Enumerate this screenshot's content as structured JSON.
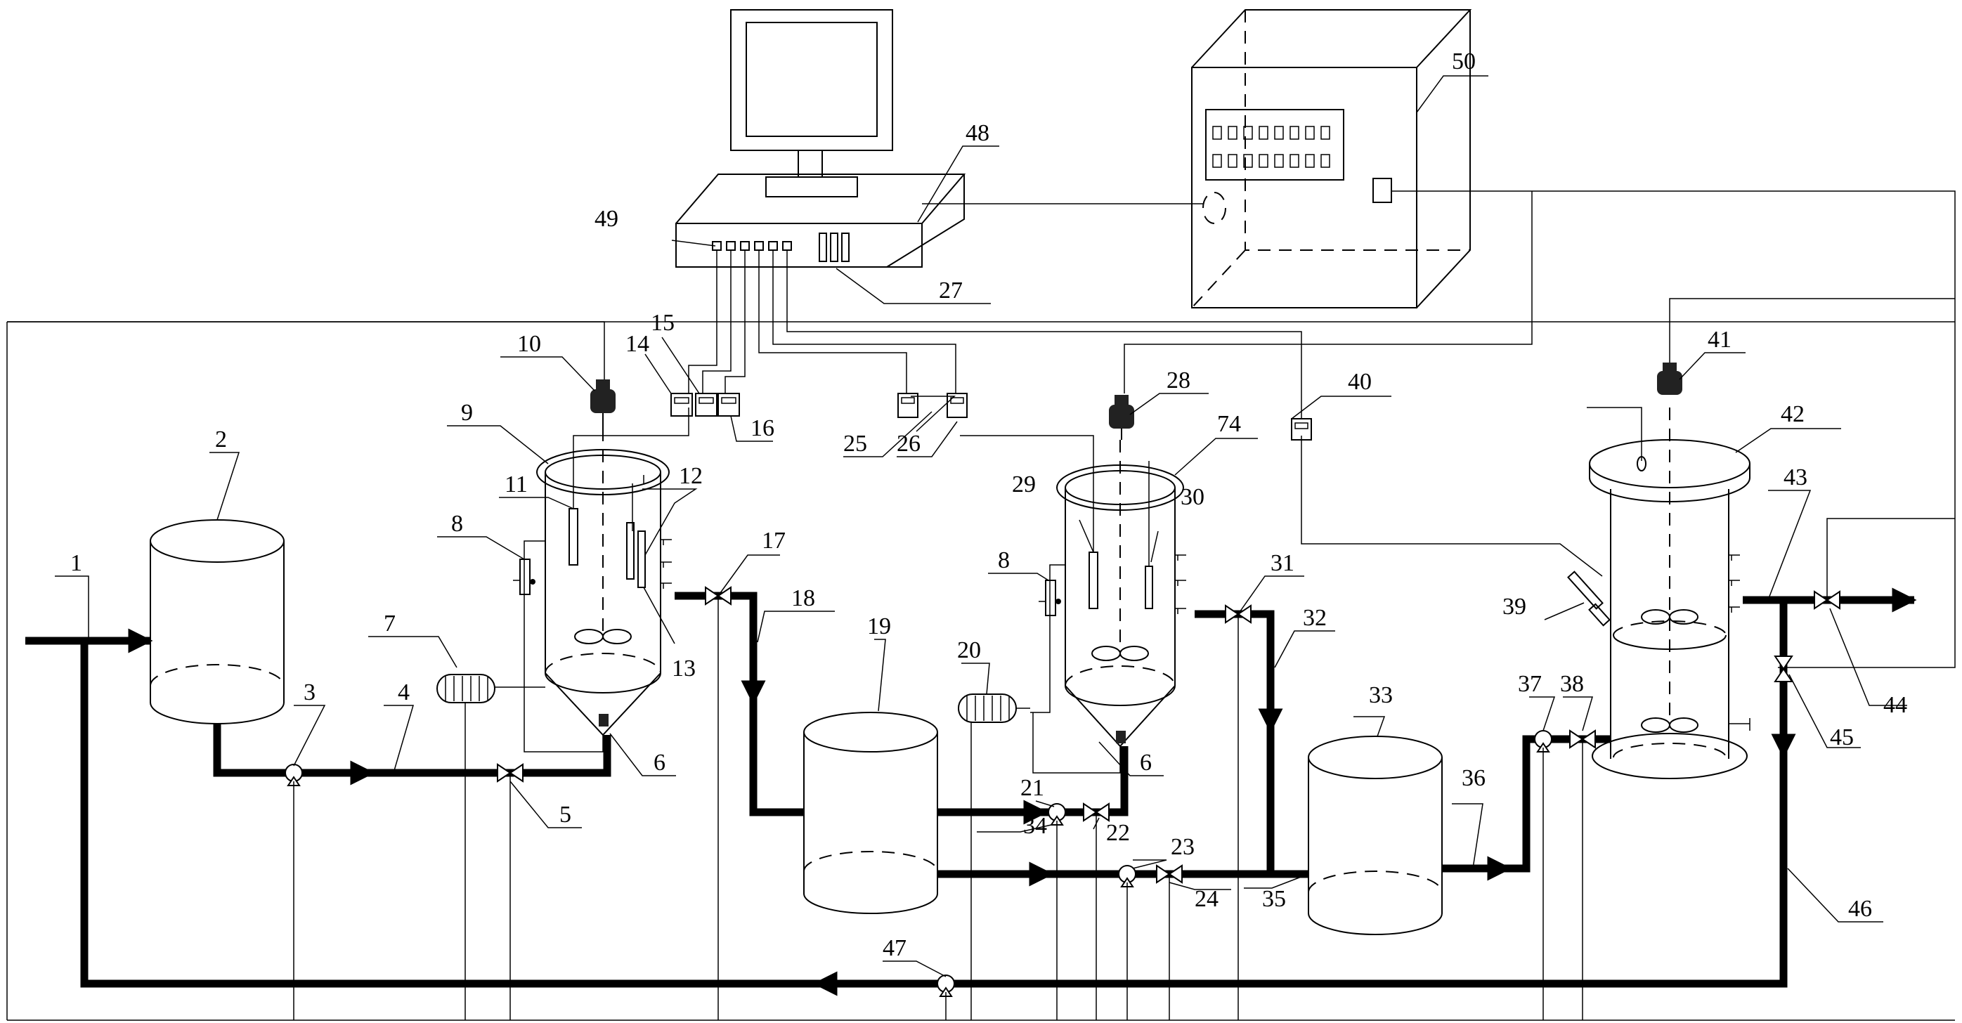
{
  "labels": {
    "l1": "1",
    "l2": "2",
    "l3": "3",
    "l4": "4",
    "l5": "5",
    "l6a": "6",
    "l6b": "6",
    "l7": "7",
    "l8a": "8",
    "l8b": "8",
    "l9": "9",
    "l10": "10",
    "l11": "11",
    "l12": "12",
    "l13": "13",
    "l14": "14",
    "l15": "15",
    "l16": "16",
    "l17": "17",
    "l18": "18",
    "l19": "19",
    "l20": "20",
    "l21": "21",
    "l22": "22",
    "l23": "23",
    "l24": "24",
    "l25": "25",
    "l26": "26",
    "l27": "27",
    "l28": "28",
    "l29": "29",
    "l30": "30",
    "l31": "31",
    "l32": "32",
    "l33": "33",
    "l34": "34",
    "l35": "35",
    "l36": "36",
    "l37": "37",
    "l38": "38",
    "l39": "39",
    "l40": "40",
    "l41": "41",
    "l42": "42",
    "l43": "43",
    "l44": "44",
    "l45": "45",
    "l46": "46",
    "l47": "47",
    "l48": "48",
    "l49": "49",
    "l50": "50",
    "l74": "74"
  }
}
